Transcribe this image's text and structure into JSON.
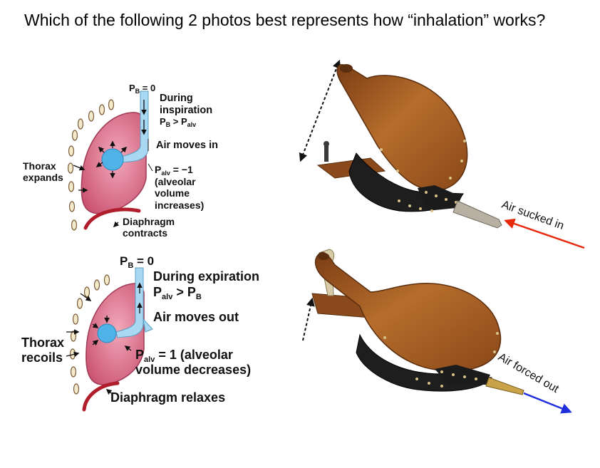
{
  "slide": {
    "question": "Which of the following 2 photos best represents how “inhalation” works?"
  },
  "inspiration": {
    "pb_label": "P",
    "pb_sub": "B",
    "pb_value": " = 0",
    "during_1": "During",
    "during_2": "inspiration",
    "pb_gt_pre": "P",
    "pb_gt_sub": "B",
    "pb_gt_post": " > P",
    "pb_gt_sub2": "alv",
    "air_moves_in": "Air moves in",
    "thorax_1": "Thorax",
    "thorax_2": "expands",
    "palv_pre": "P",
    "palv_sub": "alv",
    "palv_post": " = −1",
    "alveolar_1": "(alveolar",
    "alveolar_2": "volume",
    "alveolar_3": "increases)",
    "diaphragm_1": "Diaphragm",
    "diaphragm_2": "contracts"
  },
  "expiration": {
    "pb_label": "P",
    "pb_sub": "B",
    "pb_value": " = 0",
    "during": "During expiration",
    "palv_gt_pre": "P",
    "palv_gt_sub": "alv",
    "palv_gt_post": " > P",
    "palv_gt_sub2": "B",
    "air_moves_out": "Air moves out",
    "thorax_1": "Thorax",
    "thorax_2": "recoils",
    "palv_pre": "P",
    "palv_sub": "alv",
    "palv_post": " = 1  (alveolar",
    "volume_decreases": "volume decreases)",
    "diaphragm": "Diaphragm relaxes"
  },
  "bellows_top": {
    "label": "Air sucked in",
    "arrow_color": "#e8280c"
  },
  "bellows_bottom": {
    "label": "Air forced out",
    "arrow_color": "#1f2fe0"
  },
  "colors": {
    "lung": "#d9728c",
    "airway": "#a9d8f2",
    "alveolus": "#4fb3e8",
    "diaphragm": "#b01e2b",
    "wood": "#a8622a",
    "leather": "#1e1e1e"
  }
}
